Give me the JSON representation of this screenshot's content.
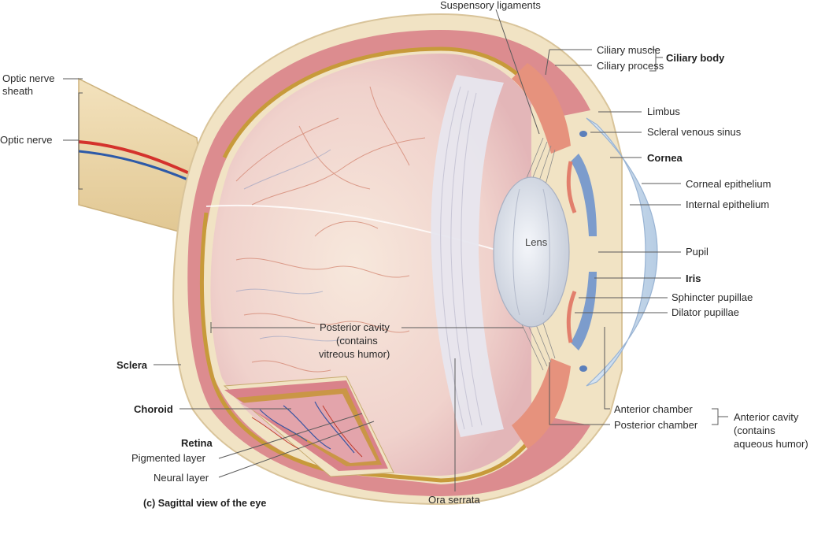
{
  "figure": {
    "caption": "(c) Sagittal view of the eye"
  },
  "colors": {
    "sclera": "#f1e3c4",
    "sclera_edge": "#d9c49a",
    "choroid": "#d9828a",
    "retina": "#c79a3a",
    "vitreous": "#f3dcd8",
    "cornea": "#c9dcef",
    "lens": "#dfe4ee",
    "ciliary": "#e6927d",
    "artery": "#d4322c",
    "vein": "#2d5aa8"
  },
  "labels": {
    "suspensory_ligaments": "Suspensory ligaments",
    "ciliary_muscle": "Ciliary muscle",
    "ciliary_process": "Ciliary process",
    "ciliary_body": "Ciliary body",
    "optic_nerve_sheath_1": "Optic nerve",
    "optic_nerve_sheath_2": "sheath",
    "optic_nerve": "Optic nerve",
    "limbus": "Limbus",
    "scleral_venous_sinus": "Scleral venous sinus",
    "cornea": "Cornea",
    "corneal_epithelium": "Corneal epithelium",
    "internal_epithelium": "Internal epithelium",
    "lens": "Lens",
    "pupil": "Pupil",
    "iris": "Iris",
    "sphincter_pupillae": "Sphincter pupillae",
    "dilator_pupillae": "Dilator pupillae",
    "posterior_cavity_1": "Posterior cavity",
    "posterior_cavity_2": "(contains",
    "posterior_cavity_3": "vitreous humor)",
    "sclera": "Sclera",
    "choroid": "Choroid",
    "retina": "Retina",
    "pigmented_layer": "Pigmented layer",
    "neural_layer": "Neural layer",
    "anterior_chamber": "Anterior chamber",
    "posterior_chamber": "Posterior chamber",
    "anterior_cavity_1": "Anterior cavity",
    "anterior_cavity_2": "(contains",
    "anterior_cavity_3": "aqueous humor)",
    "ora_serrata": "Ora serrata"
  }
}
